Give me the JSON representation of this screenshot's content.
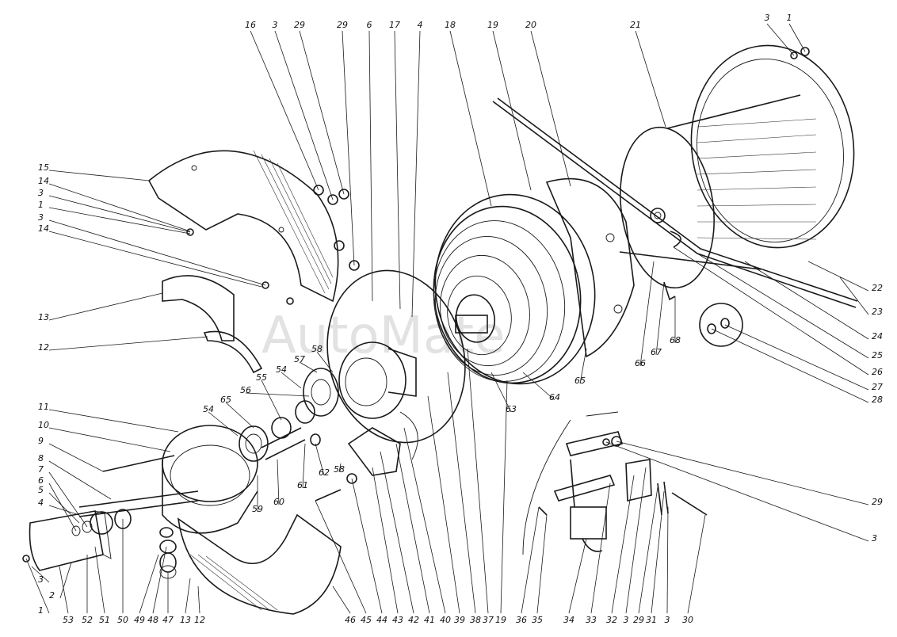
{
  "watermark": "AutoMate",
  "colors": {
    "ink": "#1a1a1a",
    "paper": "#ffffff",
    "watermark": "#d9d9d9"
  },
  "labels": {
    "top": [
      "16",
      "3",
      "29",
      "29",
      "6",
      "17",
      "4",
      "18",
      "19",
      "20",
      "21",
      "3",
      "1"
    ],
    "left": [
      "15",
      "14",
      "3",
      "1",
      "3",
      "14",
      "13",
      "12",
      "11",
      "10",
      "9",
      "8",
      "7",
      "6",
      "5",
      "4",
      "3",
      "2",
      "1"
    ],
    "right": [
      "22",
      "23",
      "24",
      "25",
      "26",
      "27",
      "28",
      "29",
      "3"
    ],
    "bottom": [
      "53",
      "52",
      "51",
      "50",
      "49",
      "48",
      "47",
      "13",
      "12",
      "46",
      "45",
      "44",
      "43",
      "42",
      "41",
      "40",
      "39",
      "38",
      "37",
      "19",
      "36",
      "35",
      "34",
      "33",
      "32",
      "3",
      "29",
      "31",
      "3",
      "30"
    ],
    "middle": [
      "58",
      "57",
      "54",
      "55",
      "56",
      "54",
      "65",
      "59",
      "60",
      "61",
      "62",
      "58",
      "63",
      "64",
      "65",
      "66",
      "67",
      "68"
    ]
  }
}
